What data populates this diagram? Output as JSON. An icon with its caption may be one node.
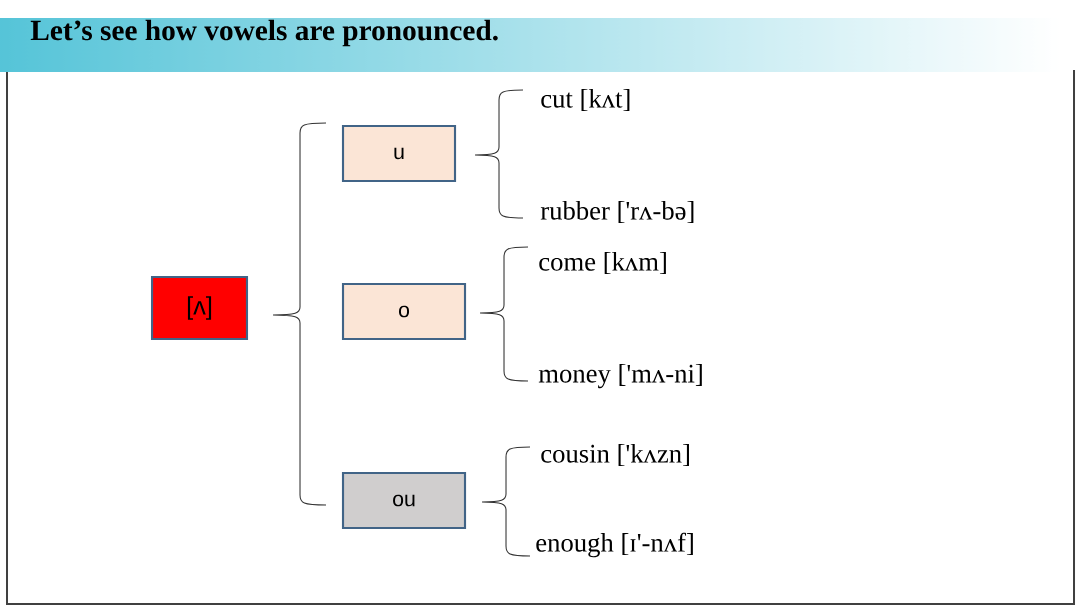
{
  "diagram": {
    "title": "Let’s see how vowels are pronounced.",
    "nodes": [
      {
        "text": [
          "[ʌ]"
        ]
      },
      {
        "text": [
          "u"
        ]
      },
      {
        "text": [
          "o"
        ]
      },
      {
        "text": [
          "ou"
        ]
      }
    ],
    "labels": [
      "cut [kʌt]",
      "rubber ['rʌ-bə]",
      "come [kʌm]",
      "money ['mʌ-ni]",
      "cousin ['kʌzn]",
      "enough [ɪ'-nʌf]"
    ]
  }
}
